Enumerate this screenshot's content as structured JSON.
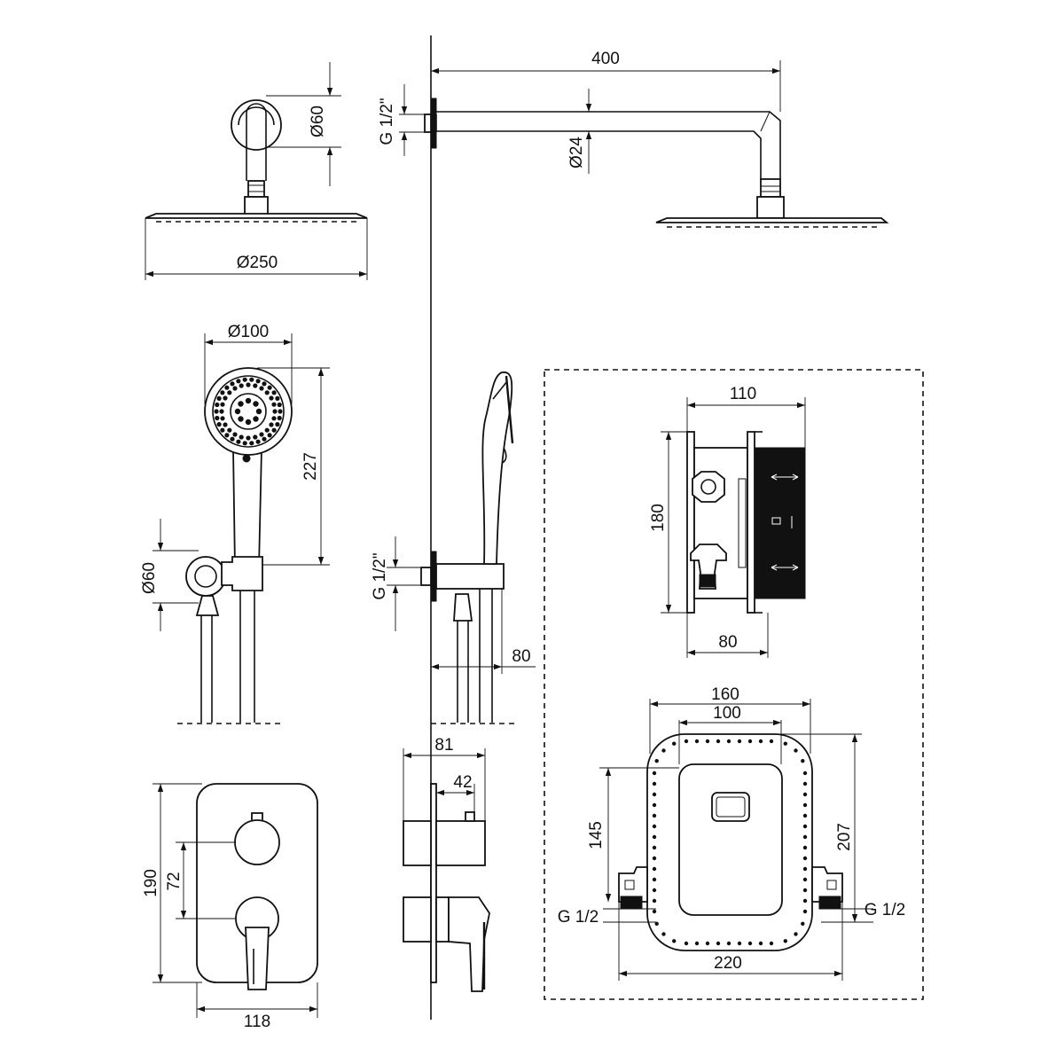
{
  "dimensions": {
    "head_arm_400": "400",
    "head_thread": "G 1/2\"",
    "arm_diameter": "Ø24",
    "flange_diameter": "Ø60",
    "head_diameter": "Ø250",
    "hand_diameter": "Ø100",
    "hand_length": "227",
    "holder_diameter": "Ø60",
    "holder_thread": "G 1/2\"",
    "holder_depth": "80",
    "valve_width": "110",
    "valve_height": "180",
    "valve_depth": "80",
    "box_width": "160",
    "box_inner": "100",
    "box_height": "145",
    "box_height_total": "207",
    "box_thread_left": "G 1/2",
    "box_thread_right": "G 1/2",
    "box_span": "220",
    "mixer_depth": "81",
    "mixer_knob": "42",
    "plate_height": "190",
    "plate_spacing": "72",
    "plate_width": "118"
  },
  "colors": {
    "line": "#111111",
    "background": "#ffffff"
  }
}
